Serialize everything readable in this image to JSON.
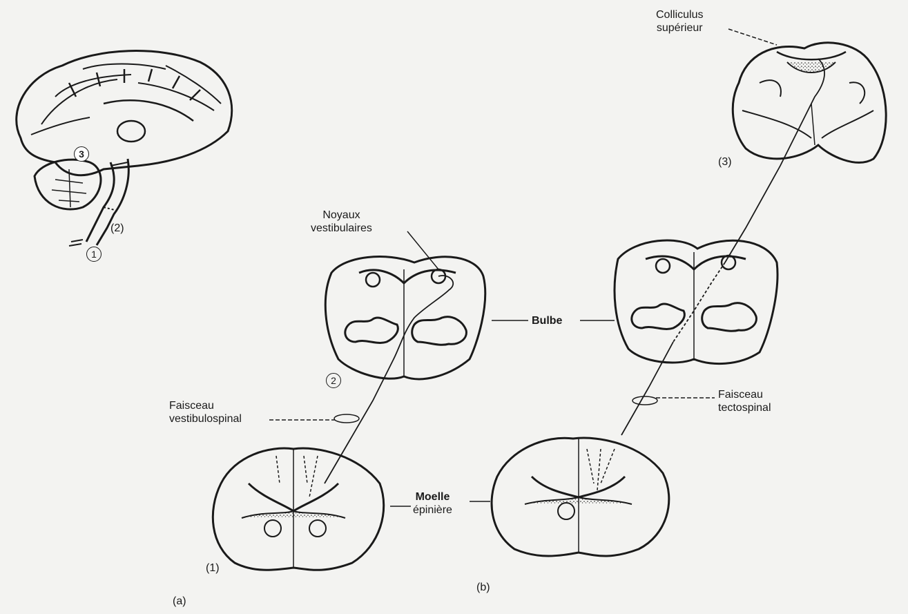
{
  "labels": {
    "colliculus_line1": "Colliculus",
    "colliculus_line2": "supérieur",
    "three_paren": "(3)",
    "noyaux_line1": "Noyaux",
    "noyaux_line2": "vestibulaires",
    "bulbe": "Bulbe",
    "two_circled_b": "2",
    "faisceau_vest_line1": "Faisceau",
    "faisceau_vest_line2": "vestibulospinal",
    "faisceau_tect_line1": "Faisceau",
    "faisceau_tect_line2": "tectospinal",
    "moelle_line1": "Moelle",
    "moelle_line2": "épinière",
    "one_paren_b": "(1)",
    "panel_a": "(a)",
    "panel_b": "(b)",
    "brain_three": "3",
    "brain_two": "(2)",
    "brain_one": "1"
  },
  "colors": {
    "ink": "#1a1a1a",
    "paper": "#f3f3f1"
  }
}
